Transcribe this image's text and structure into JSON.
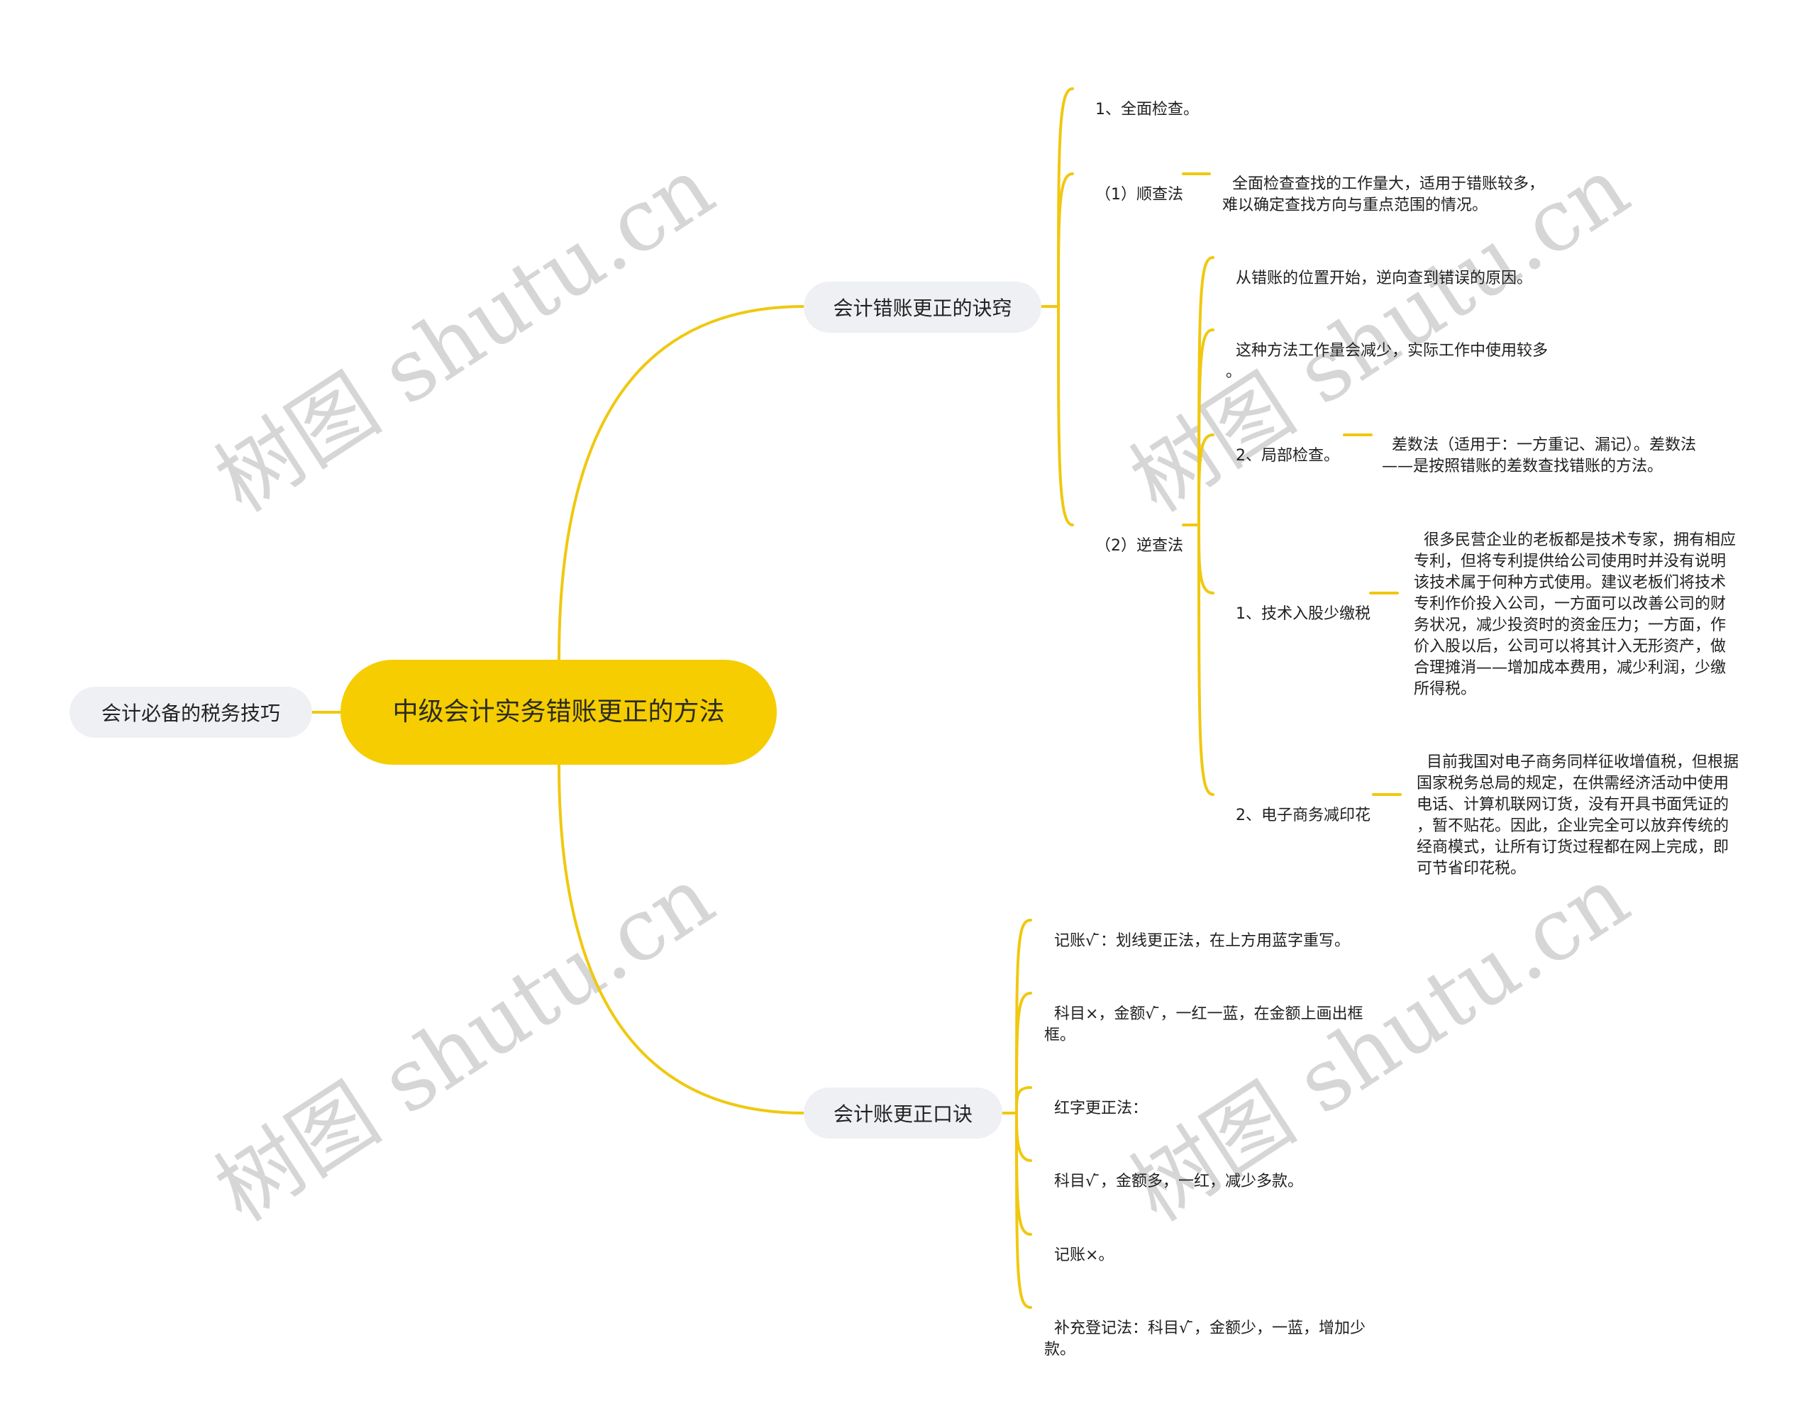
{
  "colors": {
    "line": "#f0c80f",
    "root_fill": "#f5cd00",
    "pill_fill": "#eef0f3",
    "watermark": "#d6d6d6"
  },
  "watermark_text": "树图 shutu.cn",
  "root": {
    "label": "中级会计实务错账更正的方法"
  },
  "left_branch": {
    "label": "会计必备的税务技巧"
  },
  "top_branch": {
    "label": "会计错账更正的诀窍",
    "children": [
      {
        "label": "1、全面检查。"
      },
      {
        "label": "（1）顺查法",
        "desc": "全面检查查找的工作量大，适用于错账较多，\n难以确定查找方向与重点范围的情况。"
      },
      {
        "label": "（2）逆查法",
        "children": [
          {
            "label": "从错账的位置开始，逆向查到错误的原因。"
          },
          {
            "label": "这种方法工作量会减少，实际工作中使用较多\n。"
          },
          {
            "label": "2、局部检查。",
            "desc": "差数法（适用于：一方重记、漏记）。差数法\n——是按照错账的差数查找错账的方法。"
          },
          {
            "label": "1、技术入股少缴税",
            "desc": "很多民营企业的老板都是技术专家，拥有相应\n专利，但将专利提供给公司使用时并没有说明\n该技术属于何种方式使用。建议老板们将技术\n专利作价投入公司，一方面可以改善公司的财\n务状况，减少投资时的资金压力；一方面，作\n价入股以后，公司可以将其计入无形资产，做\n合理摊消——增加成本费用，减少利润，少缴\n所得税。"
          },
          {
            "label": "2、电子商务减印花",
            "desc": "目前我国对电子商务同样征收增值税，但根据\n国家税务总局的规定，在供需经济活动中使用\n电话、计算机联网订货，没有开具书面凭证的\n，暂不贴花。因此，企业完全可以放弃传统的\n经商模式，让所有订货过程都在网上完成，即\n可节省印花税。"
          }
        ]
      }
    ]
  },
  "bottom_branch": {
    "label": "会计账更正口诀",
    "children": [
      {
        "label": "记账√ ̄：划线更正法，在上方用蓝字重写。"
      },
      {
        "label": "科目×，金额√ ̄，一红一蓝，在金额上画出框\n框。"
      },
      {
        "label": "红字更正法："
      },
      {
        "label": "科目√ ̄，金额多，一红，减少多款。"
      },
      {
        "label": "记账×。"
      },
      {
        "label": "补充登记法：科目√ ̄，金额少，一蓝，增加少\n款。"
      }
    ]
  }
}
